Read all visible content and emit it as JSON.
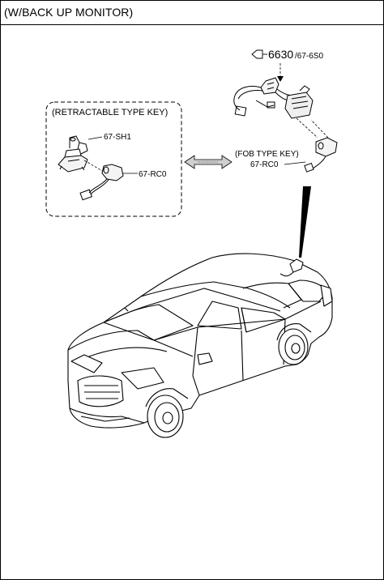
{
  "header": {
    "title": "(W/BACK UP MONITOR)"
  },
  "retractable_group": {
    "title": "(RETRACTABLE TYPE KEY)",
    "parts": {
      "switch_housing": "67-SH1",
      "camera_harness": "67-RC0"
    }
  },
  "fob_group": {
    "title": "(FOB TYPE KEY)",
    "part": "67-RC0"
  },
  "harness": {
    "part_number": "6630",
    "reference": "/67-6S0"
  }
}
